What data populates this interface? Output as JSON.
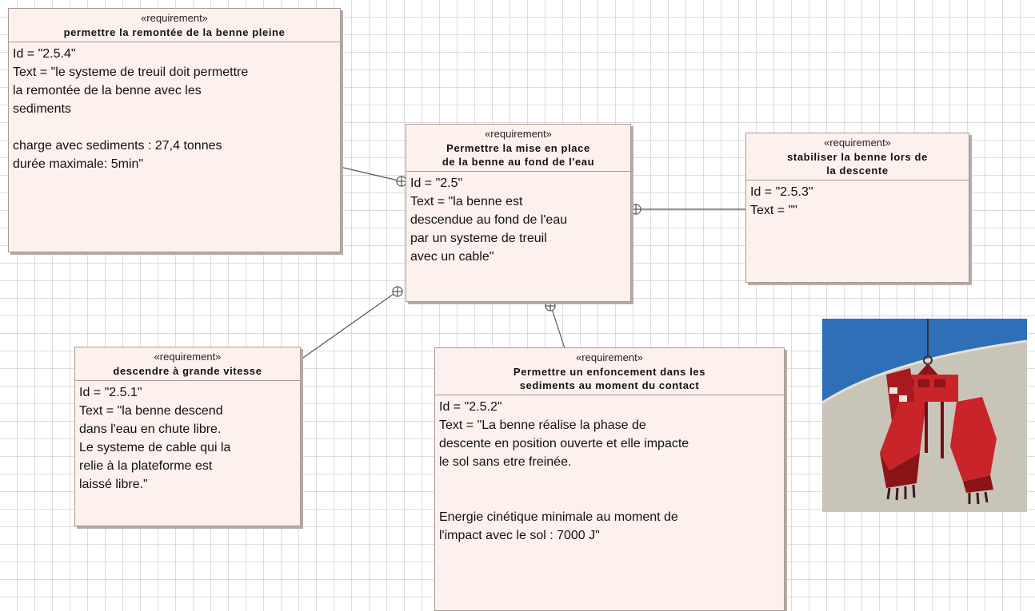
{
  "requirements": {
    "r254": {
      "stereotype": "«requirement»",
      "name": "permettre la remontée de la benne pleine",
      "lines": [
        "Id = \"2.5.4\"",
        "Text = \"le systeme de treuil doit permettre",
        "la remontée de la benne avec les",
        "sediments",
        "",
        "charge avec sediments : 27,4 tonnes",
        "durée maximale: 5min\""
      ]
    },
    "r25": {
      "stereotype": "«requirement»",
      "name_line1": "Permettre la mise en place",
      "name_line2": "de la benne au fond de l'eau",
      "lines": [
        "Id = \"2.5\"",
        "Text = \"la benne est",
        "descendue au fond de l'eau",
        "par un systeme de treuil",
        "avec un cable\""
      ]
    },
    "r253": {
      "stereotype": "«requirement»",
      "name_line1": "stabiliser la benne lors de",
      "name_line2": "la descente",
      "lines": [
        "Id = \"2.5.3\"",
        "Text = \"\""
      ]
    },
    "r251": {
      "stereotype": "«requirement»",
      "name": "descendre à grande vitesse",
      "lines": [
        "Id = \"2.5.1\"",
        "Text = \"la benne descend",
        "dans l'eau en chute libre.",
        "Le systeme de cable qui la",
        "relie à la plateforme est",
        "laissé libre.\""
      ]
    },
    "r252": {
      "stereotype": "«requirement»",
      "name_line1": "Permettre un enfoncement dans les",
      "name_line2": "sediments au moment du contact",
      "lines": [
        "Id = \"2.5.2\"",
        "Text = \"La benne réalise la phase de",
        "descente en position ouverte et elle impacte",
        "le sol sans etre freinée.",
        "",
        "",
        "Energie cinétique minimale au moment de",
        "l'impact avec le sol : 7000 J\""
      ]
    }
  },
  "photo": {
    "icon": "clamshell-grab-bucket",
    "colors": {
      "sky": "#2f6fb8",
      "wall": "#c9c4b8",
      "bucket": "#c8242a",
      "bucket_dark": "#8a1418"
    }
  }
}
